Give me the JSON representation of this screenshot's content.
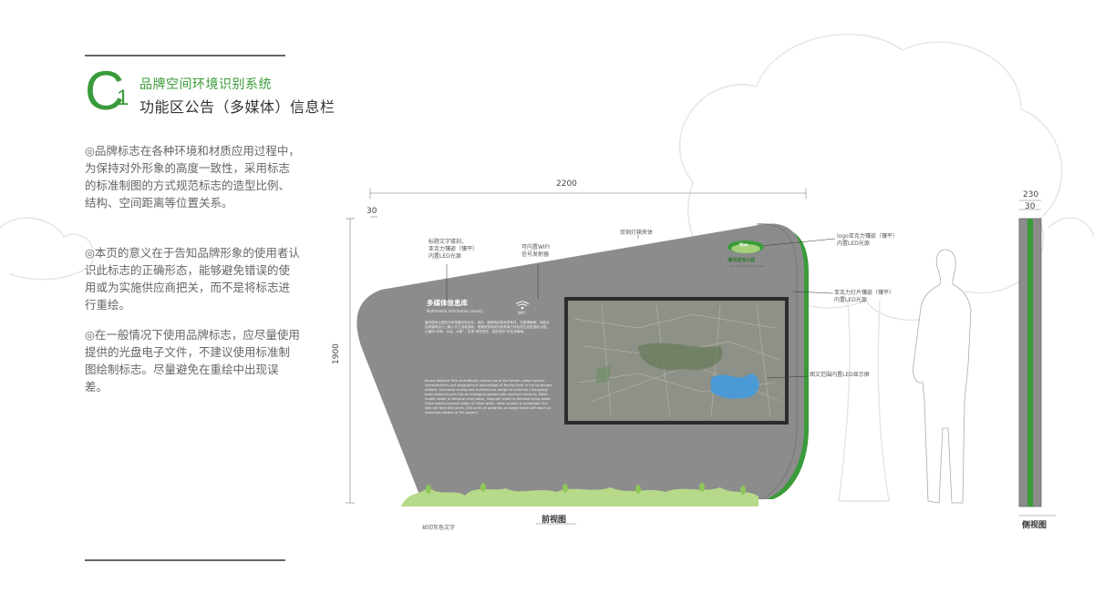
{
  "header": {
    "letter": "C",
    "number": "1",
    "title": "品牌空间环境识别系统",
    "subtitle": "功能区公告（多媒体）信息栏"
  },
  "paragraphs": [
    "◎品牌标志在各种环境和材质应用过程中，为保持对外形象的高度一致性，采用标志的标准制图的方式规范标志的造型比例、结构、空间距离等位置关系。",
    "◎本页的意义在于告知品牌形象的使用者认识此标志的正确形态，能够避免错误的使用或为实施供应商把关，而不是将标志进行重绘。",
    "◎在一般情况下使用品牌标志，应尽量使用提供的光盘电子文件，不建议使用标准制图绘制标志。尽量避免在重绘中出现误差。"
  ],
  "dimensions": {
    "width_total": "2200",
    "left_offset": "30",
    "height": "1900",
    "side_width": "230",
    "side_inner": "30"
  },
  "callouts": {
    "title_text": "标题文字镂刻，\n亚克力镶嵌（镶平）\n内置LED光源",
    "wifi": "可内置WIFI\n信号发射器",
    "brush": "驳铜灯箱夹体",
    "logo": "logo亚克力镶嵌（镶平）\n内置LED光源",
    "acrylic": "亚克力灯片镶嵌（镶平）\n内置LED光源",
    "screen": "图文范围内置LED显示屏",
    "silk": "丝印灰色文字"
  },
  "panel": {
    "title": "多媒体信息库",
    "subtitle": "Multimedia Information Library",
    "wifi_label": "WIFI",
    "body_cn": "潘河湿地公园充分利用潘河的水系、地形、植被特征和地质条件，在景观格局、功能分区和建筑设计上融入长江流域湿地，使潘河湿地成为具有南方特色的生态型湿地公园。让潘河“水清、水活、水美”，实现“城在园中、园在城中”的生态格局。",
    "body_en": "Banhe Wetland Park scientifically makes use of the terrain, water system characteristics and geographical advantages of Banhe River in the landscape pattern, functional zoning and architectural design to build the Changjiang basin wetland park into an ecological garden with southern features. Make muddy water to become clear water, stagnant water to become living water. Flood waters become water of clean water, when project is completed, the lake will form 600 acres, 300 acres of wetlands, as target water will reach an important section of the project."
  },
  "logo": {
    "mark_text": "Man",
    "name_cn": "潘河湿地公园",
    "name_en": "Jian Banhe Wetland Park"
  },
  "views": {
    "front": "前视图",
    "side": "侧视图"
  },
  "colors": {
    "accent": "#3a9b3a",
    "panel": "#8c8c8c",
    "panel_edge": "#5a5a5a",
    "grass": "#b7d98a"
  }
}
